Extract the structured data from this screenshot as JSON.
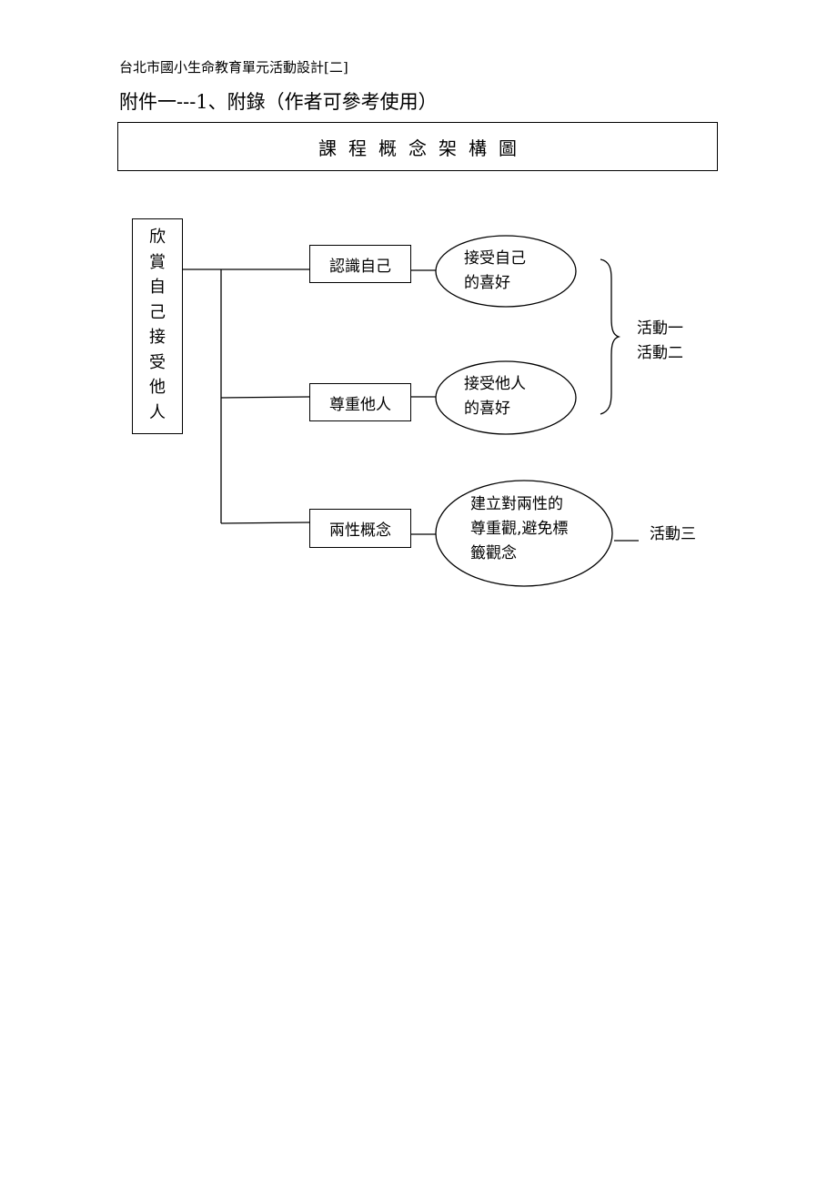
{
  "header": {
    "line": "台北市國小生命教育單元活動設計[二]",
    "subtitle": "附件一---1、附錄（作者可參考使用）"
  },
  "diagram": {
    "title": "課程概念架構圖",
    "root": "欣\n賞\n自\n己\n接\n受\n他\n人",
    "concepts": [
      {
        "label": "認識自己",
        "goal": "接受自己\n的喜好"
      },
      {
        "label": "尊重他人",
        "goal": "接受他人\n的喜好"
      },
      {
        "label": "兩性概念",
        "goal": "建立對兩性的\n尊重觀,避免標\n籤觀念"
      }
    ],
    "activities": {
      "group_one": "活動一\n活動二",
      "group_two": "活動三"
    }
  }
}
